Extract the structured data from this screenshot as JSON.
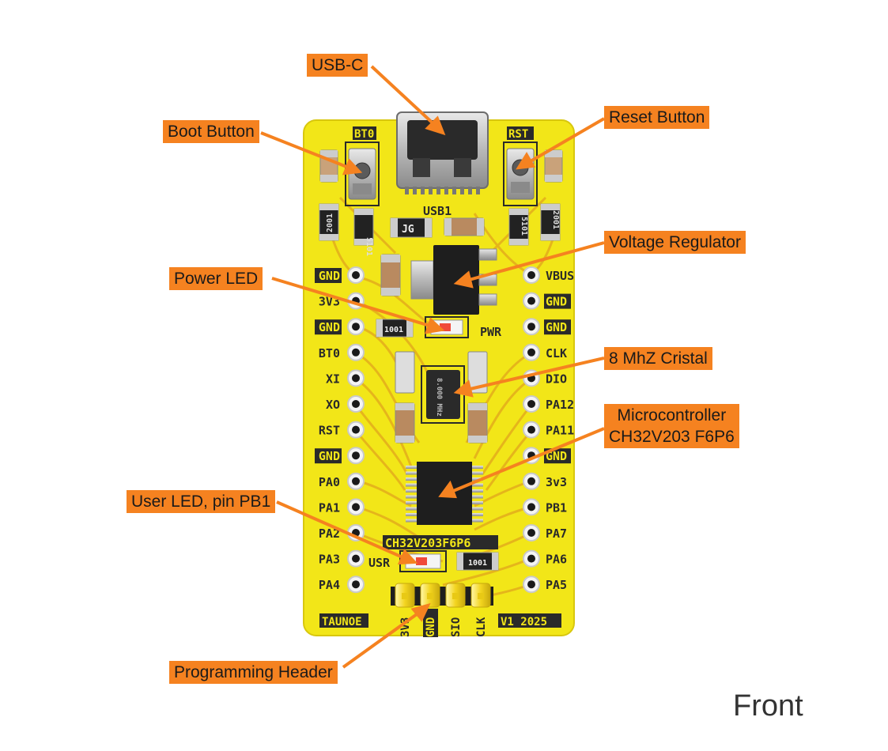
{
  "view_label": "Front",
  "callouts": {
    "usbc": "USB-C",
    "boot": "Boot Button",
    "reset": "Reset Button",
    "vreg": "Voltage Regulator",
    "pled": "Power LED",
    "crystal": "8 MhZ Cristal",
    "mcu": "Microcontroller\nCH32V203 F6P6",
    "uled": "User LED, pin PB1",
    "header": "Programming Header"
  },
  "board": {
    "silk_bt0": "BT0",
    "silk_rst": "RST",
    "silk_usb1": "USB1",
    "silk_jg": "JG",
    "silk_pwr": "PWR",
    "silk_usr": "USR",
    "silk_chip_name": "CH32V203F6P6",
    "silk_brand": "TAUNOE",
    "silk_version": "V1 2025",
    "res_2001": "2001",
    "res_5101": "5101",
    "res_1001": "1001",
    "crystal_mark": "8.000 MHz",
    "left_pins": [
      "GND",
      "3V3",
      "GND",
      "BT0",
      "XI",
      "XO",
      "RST",
      "GND",
      "PA0",
      "PA1",
      "PA2",
      "PA3",
      "PA4"
    ],
    "right_pins": [
      "VBUS",
      "GND",
      "GND",
      "CLK",
      "DIO",
      "PA12",
      "PA11",
      "GND",
      "3v3",
      "PB1",
      "PA7",
      "PA6",
      "PA5"
    ],
    "header_pins": [
      "3V3",
      "GND",
      "SIO",
      "CLK"
    ]
  },
  "colors": {
    "pcb": "#f2e618",
    "trace": "#e7b21a",
    "callout": "#f58220",
    "arrow": "#f58220",
    "silk_box": "#2a2a2a"
  }
}
